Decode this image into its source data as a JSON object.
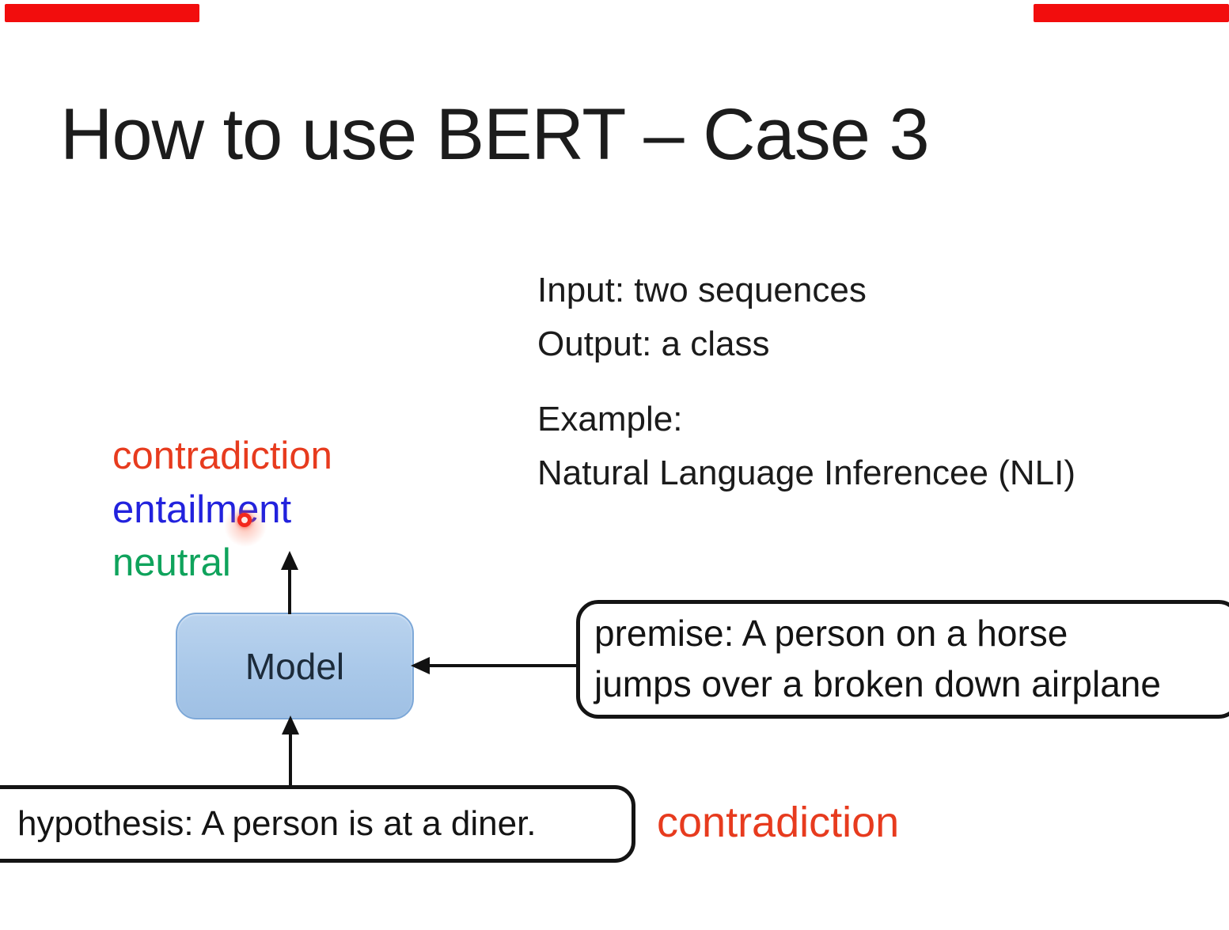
{
  "slide": {
    "title": "How to use BERT – Case 3",
    "io": {
      "input": "Input: two sequences",
      "output": "Output: a class"
    },
    "example": {
      "label": "Example:",
      "task": "Natural Language Inferencee (NLI)"
    },
    "classes": [
      {
        "label": "contradiction",
        "color": "#e73b1e"
      },
      {
        "label": "entailment",
        "color": "#2222dd"
      },
      {
        "label": "neutral",
        "color": "#0fa35c"
      }
    ],
    "model_label": "Model",
    "premise": {
      "lines": [
        "premise: A person on a horse",
        "jumps over a broken down airplane"
      ]
    },
    "hypothesis": "hypothesis: A person is at a diner.",
    "answer": {
      "label": "contradiction",
      "color": "#e73b1e"
    },
    "colors": {
      "model_fill_top": "#bad3ee",
      "model_fill_bottom": "#9fc0e4",
      "model_border": "#7da8d8",
      "arrow": "#111111",
      "box_border": "#141414",
      "top_bar": "#f20d0d",
      "laser_dot": "#f3281d"
    }
  }
}
